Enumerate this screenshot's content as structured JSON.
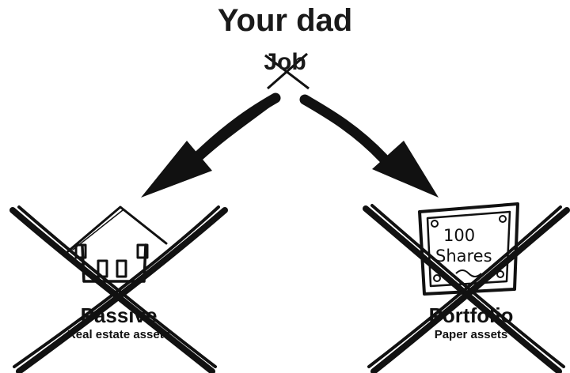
{
  "diagram": {
    "title": "Your dad",
    "origin_label": "Job",
    "left_branch": {
      "title": "Passive",
      "subtitle": "Real estate assets",
      "icon": "house-icon",
      "crossed_out": true
    },
    "right_branch": {
      "title": "Portfolio",
      "subtitle": "Paper assets",
      "icon": "stock-certificate-icon",
      "certificate_count": "100",
      "certificate_word": "Shares",
      "crossed_out": true
    },
    "colors": {
      "ink": "#111111",
      "background": "#ffffff"
    }
  }
}
